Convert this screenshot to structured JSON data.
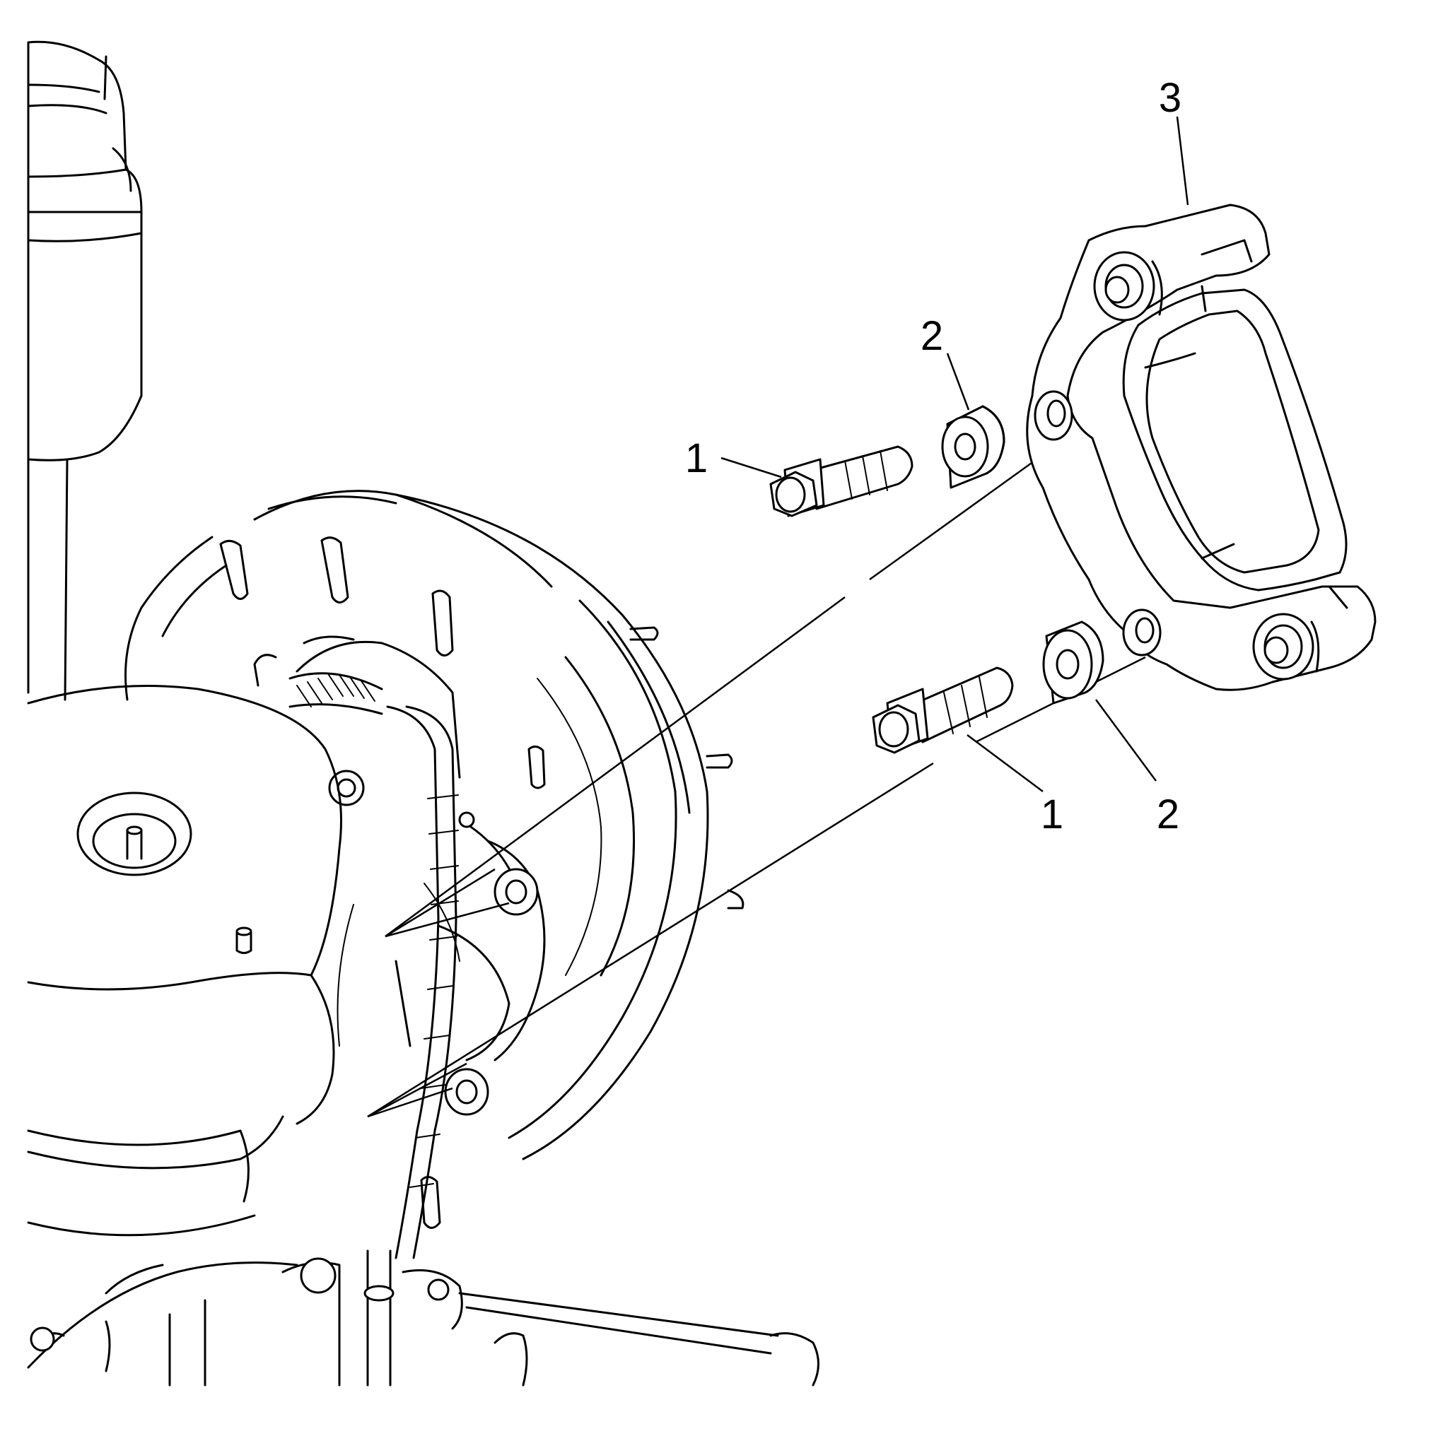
{
  "callouts": {
    "bolt_upper": "1",
    "bushing_upper": "2",
    "bracket": "3",
    "bolt_lower": "1",
    "bushing_lower": "2"
  }
}
